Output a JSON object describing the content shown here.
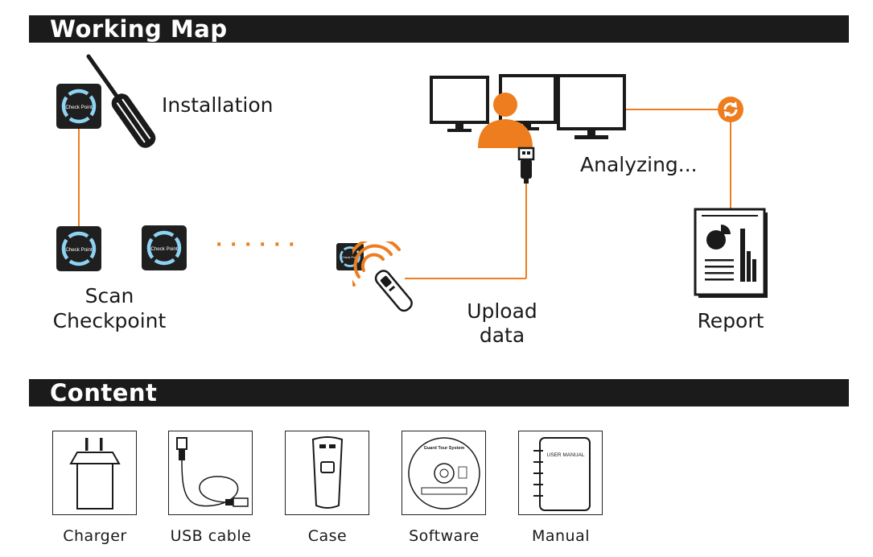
{
  "working_map": {
    "title": "Working Map",
    "installation_label": "Installation",
    "scan_label_line1": "Scan",
    "scan_label_line2": "Checkpoint",
    "checkpoint_text": "Check Point",
    "dots": "· · · · · ·",
    "upload_label_line1": "Upload",
    "upload_label_line2": "data",
    "analyzing_label": "Analyzing...",
    "report_label": "Report"
  },
  "content": {
    "title": "Content",
    "items": [
      {
        "label": "Charger",
        "icon": "charger-icon"
      },
      {
        "label": "USB cable",
        "icon": "usb-cable-icon"
      },
      {
        "label": "Case",
        "icon": "case-icon"
      },
      {
        "label": "Software",
        "icon": "software-cd-icon"
      },
      {
        "label": "Manual",
        "icon": "manual-icon"
      }
    ],
    "software_disc_title": "Guard Tour System",
    "manual_text": "USER MANUAL"
  },
  "colors": {
    "accent": "#ee7d1f",
    "banner": "#1b1b1b",
    "checkpoint_ring": "#8fd3f4"
  }
}
